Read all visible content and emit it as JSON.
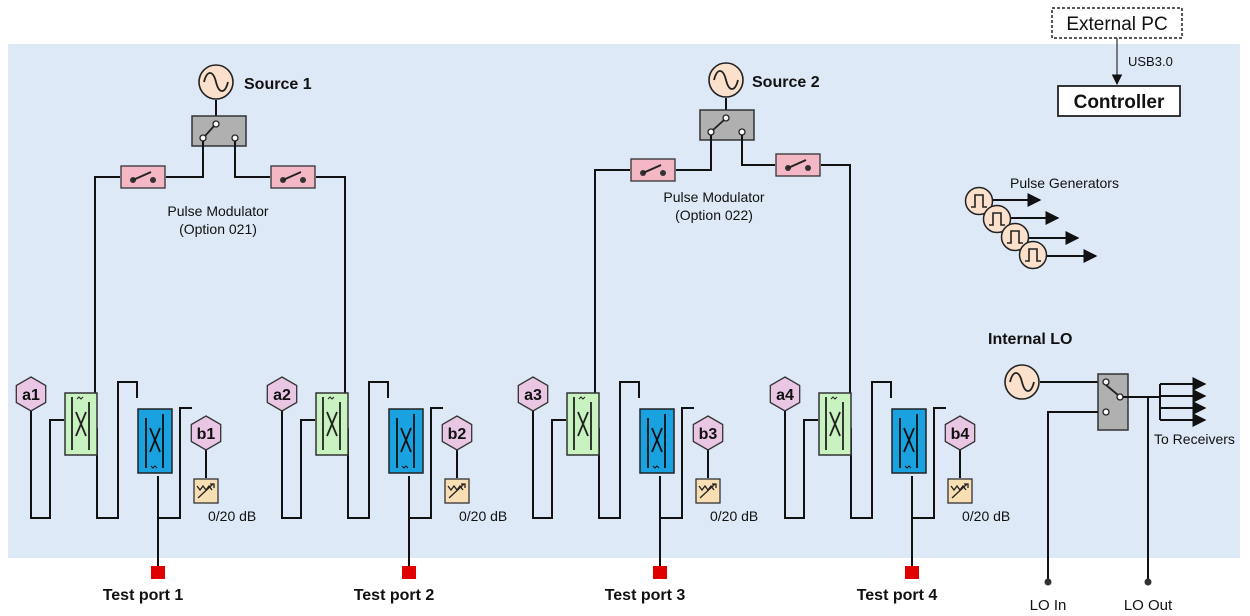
{
  "external_pc": "External PC",
  "usb_label": "USB3.0",
  "controller": "Controller",
  "source1": "Source 1",
  "source2": "Source 2",
  "pulse_mod1_line1": "Pulse Modulator",
  "pulse_mod1_line2": "(Option 021)",
  "pulse_mod2_line1": "Pulse Modulator",
  "pulse_mod2_line2": "(Option 022)",
  "pulse_generators": "Pulse Generators",
  "internal_lo": "Internal LO",
  "to_receivers": "To Receivers",
  "lo_in": "LO In",
  "lo_out": "LO Out",
  "ports": [
    {
      "a": "a1",
      "b": "b1",
      "atten": "0/20 dB",
      "test_port": "Test port 1"
    },
    {
      "a": "a2",
      "b": "b2",
      "atten": "0/20 dB",
      "test_port": "Test port 2"
    },
    {
      "a": "a3",
      "b": "b3",
      "atten": "0/20 dB",
      "test_port": "Test port 3"
    },
    {
      "a": "a4",
      "b": "b4",
      "atten": "0/20 dB",
      "test_port": "Test port 4"
    }
  ],
  "colors": {
    "panel": "#dde9f6",
    "source_fill": "#fbe0cc",
    "switch_fill": "#b0b0b0",
    "modulator_fill": "#f4b8c4",
    "reference_coupler": "#c8f2c0",
    "test_coupler": "#1aa2e0",
    "receiver_fill": "#e8c6e4",
    "attenuator_fill": "#f8dfb3",
    "test_port": "#e00000"
  }
}
